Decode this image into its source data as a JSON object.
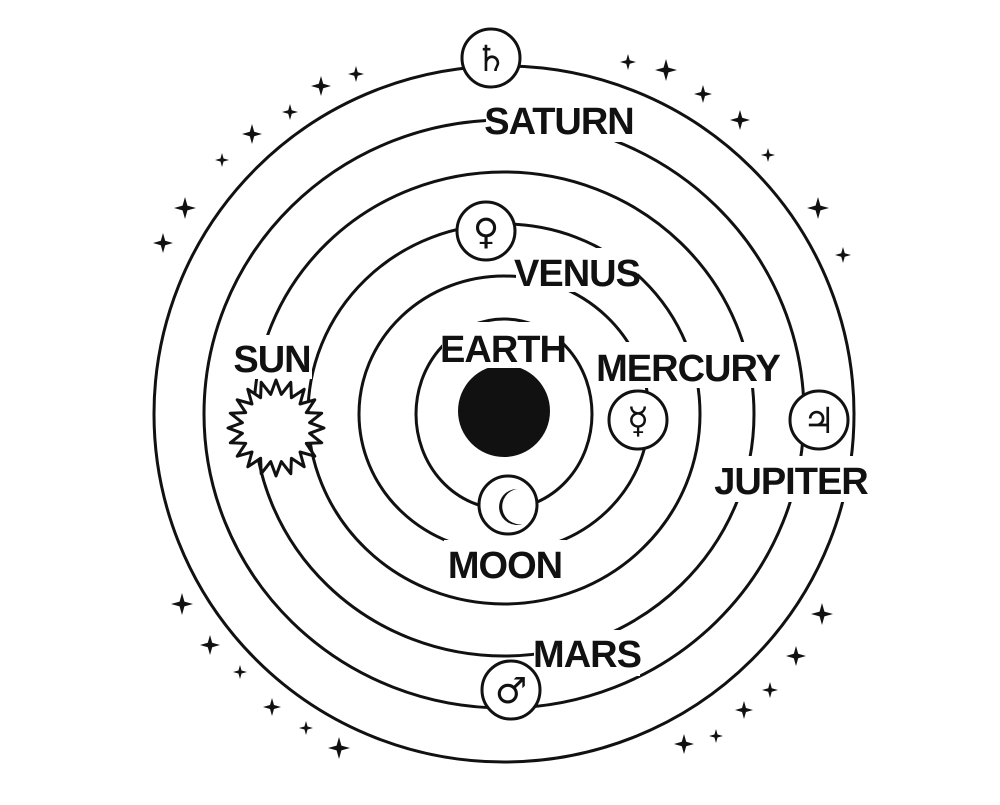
{
  "colors": {
    "ink": "#111111",
    "paper": "#ffffff"
  },
  "bodies": {
    "earth": {
      "label": "EARTH"
    },
    "moon": {
      "label": "MOON",
      "symbol": "☾",
      "icon": "crescent-moon-icon"
    },
    "mercury": {
      "label": "MERCURY",
      "symbol": "☿",
      "icon": "mercury-symbol-icon"
    },
    "venus": {
      "label": "VENUS",
      "symbol": "♀",
      "icon": "venus-symbol-icon"
    },
    "sun": {
      "label": "SUN",
      "icon": "sun-icon"
    },
    "mars": {
      "label": "MARS",
      "symbol": "♂",
      "icon": "mars-symbol-icon"
    },
    "jupiter": {
      "label": "JUPITER",
      "symbol": "♃",
      "icon": "jupiter-symbol-icon"
    },
    "saturn": {
      "label": "SATURN",
      "symbol": "♄",
      "icon": "saturn-symbol-icon"
    }
  },
  "decorations": {
    "star_icon": "four-point-star-icon"
  }
}
